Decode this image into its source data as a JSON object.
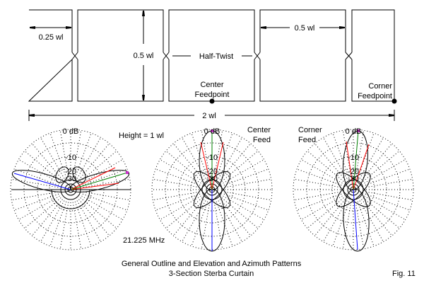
{
  "outline": {
    "dim_quarter": "0.25 wl",
    "dim_height": "0.5 wl",
    "dim_half": "0.5 wl",
    "half_twist": "Half-Twist",
    "center_feed": [
      "Center",
      "Feedpoint"
    ],
    "corner_feed": [
      "Corner",
      "Feedpoint"
    ],
    "total_length": "2 wl"
  },
  "plots": {
    "ring_labels": [
      "0 dB",
      "-10",
      "-20",
      "-30"
    ],
    "height_label": "Height = 1 wl",
    "frequency": "21.225 MHz",
    "center_label": [
      "Center",
      "Feed"
    ],
    "corner_label": [
      "Corner",
      "Feed"
    ]
  },
  "caption": {
    "line1": "General Outline and Elevation and Azimuth Patterns",
    "line2": "3-Section Sterba Curtain",
    "fig": "Fig. 11"
  },
  "colors": {
    "max_ray": "#008000",
    "half_power": "#ff0000",
    "rear": "#0000ff",
    "peak_marker": "#cc33cc"
  }
}
